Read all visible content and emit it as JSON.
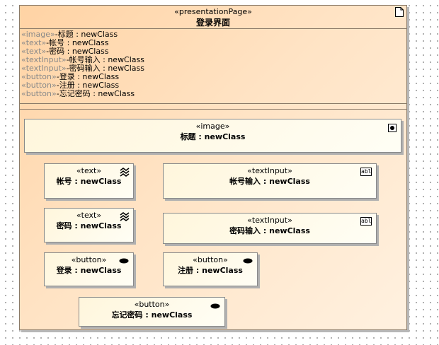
{
  "page": {
    "stereotype": "«presentationPage»",
    "title": "登录界面",
    "icon": "document-icon"
  },
  "attributes": [
    {
      "stereotype": "«image»",
      "text": "-标题 : newClass"
    },
    {
      "stereotype": "«text»",
      "text": "-帐号 : newClass"
    },
    {
      "stereotype": "«text»",
      "text": "-密码 : newClass"
    },
    {
      "stereotype": "«textInput»",
      "text": "-帐号输入 : newClass"
    },
    {
      "stereotype": "«textInput»",
      "text": "-密码输入 : newClass"
    },
    {
      "stereotype": "«button»",
      "text": "-登录 : newClass"
    },
    {
      "stereotype": "«button»",
      "text": "-注册 : newClass"
    },
    {
      "stereotype": "«button»",
      "text": "-忘记密码 : newClass"
    }
  ],
  "elements": {
    "image_title": {
      "stereotype": "«image»",
      "name": "标题 : newClass",
      "icon": "radio-image-icon"
    },
    "text_account": {
      "stereotype": "«text»",
      "name": "帐号 : newClass",
      "icon": "text-waves-icon"
    },
    "textinput_account": {
      "stereotype": "«textInput»",
      "name": "帐号输入 : newClass",
      "icon": "text-field-abl-icon",
      "icon_text": "abl"
    },
    "text_password": {
      "stereotype": "«text»",
      "name": "密码 : newClass",
      "icon": "text-waves-icon"
    },
    "textinput_password": {
      "stereotype": "«textInput»",
      "name": "密码输入 : newClass",
      "icon": "text-field-abl-icon",
      "icon_text": "abl"
    },
    "button_login": {
      "stereotype": "«button»",
      "name": "登录 : newClass",
      "icon": "button-oval-icon"
    },
    "button_register": {
      "stereotype": "«button»",
      "name": "注册 : newClass",
      "icon": "button-oval-icon"
    },
    "button_forgot": {
      "stereotype": "«button»",
      "name": "忘记密码 : newClass",
      "icon": "button-oval-icon"
    }
  },
  "colors": {
    "page_fill_start": "#ffd3a4",
    "page_fill_end": "#fff1e0",
    "element_fill": "#fffbe8",
    "stereotype_gray": "#8a8a8a"
  }
}
